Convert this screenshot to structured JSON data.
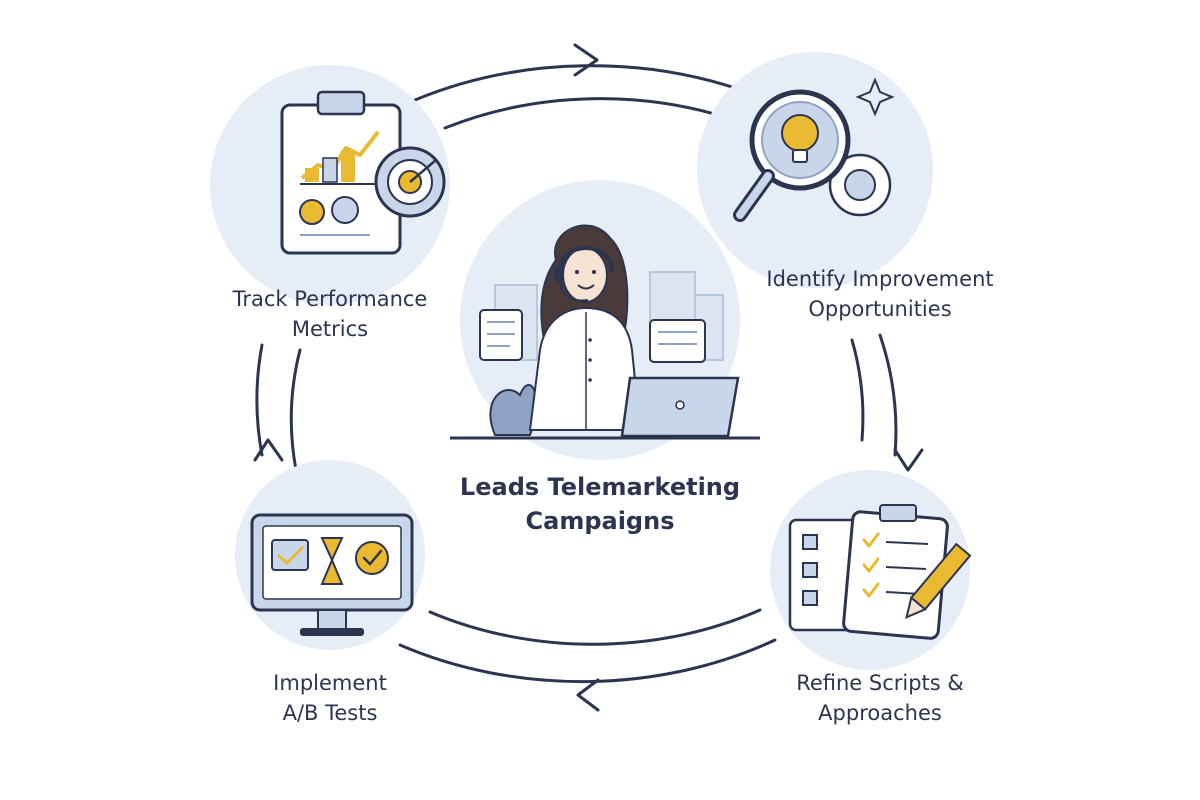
{
  "center": {
    "title_line1": "Leads Telemarketing",
    "title_line2": "Campaigns"
  },
  "steps": [
    {
      "line1": "Track Performance",
      "line2": "Metrics",
      "icon": "clipboard-chart-icon"
    },
    {
      "line1": "Identify Improvement",
      "line2": "Opportunities",
      "icon": "magnifier-lightbulb-icon"
    },
    {
      "line1": "Refine Scripts &",
      "line2": "Approaches",
      "icon": "checklist-pencil-icon"
    },
    {
      "line1": "Implement",
      "line2": "A/B Tests",
      "icon": "monitor-ab-test-icon"
    }
  ],
  "colors": {
    "ink": "#2b3550",
    "accent": "#e8b931",
    "bubble": "#e6edf7",
    "panel": "#c9d6ea"
  }
}
